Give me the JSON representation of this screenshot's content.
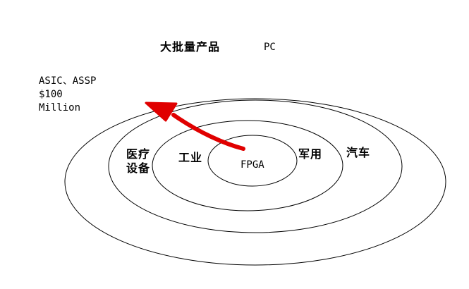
{
  "labels": {
    "top_left": "大批量产品",
    "top_right": "PC",
    "corner_line1": "ASIC、ASSP",
    "corner_line2": "$100",
    "corner_line3": "Million",
    "medical_line1": "医疗",
    "medical_line2": "设备",
    "industrial": "工业",
    "center": "FPGA",
    "military": "军用",
    "automotive": "汽车"
  },
  "colors": {
    "stroke": "#000000",
    "arrow": "#e00000",
    "background": "#ffffff"
  }
}
